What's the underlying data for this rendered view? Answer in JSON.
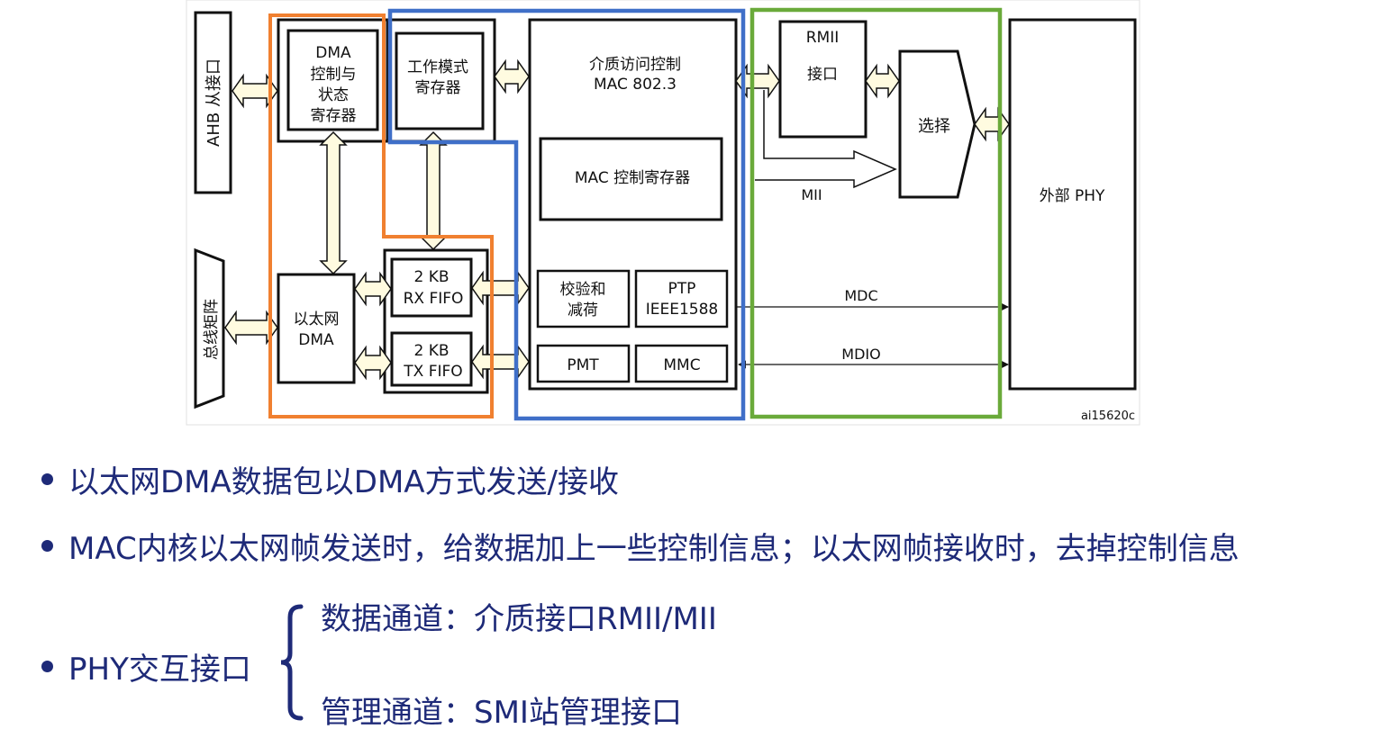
{
  "diagram": {
    "ahb_slave_interface": "AHB 从接口",
    "bus_matrix": "总线矩阵",
    "dma_ctrl_status_reg": [
      "DMA",
      "控制与",
      "状态",
      "寄存器"
    ],
    "work_mode_reg": [
      "工作模式",
      "寄存器"
    ],
    "ethernet_dma": [
      "以太网",
      "DMA"
    ],
    "rx_fifo": [
      "2 KB",
      "RX FIFO"
    ],
    "tx_fifo": [
      "2 KB",
      "TX FIFO"
    ],
    "mac_title": [
      "介质访问控制",
      "MAC 802.3"
    ],
    "mac_ctrl_reg": "MAC 控制寄存器",
    "checksum_offload": [
      "校验和",
      "减荷"
    ],
    "ptp": [
      "PTP",
      "IEEE1588"
    ],
    "pmt": "PMT",
    "mmc": "MMC",
    "rmii_interface": [
      "RMII",
      "接口"
    ],
    "select": "选择",
    "mii": "MII",
    "mdc": "MDC",
    "mdio": "MDIO",
    "external_phy": "外部 PHY",
    "figure_id": "ai15620c",
    "colors": {
      "orange": "#f08030",
      "blue": "#3f6fc8",
      "green": "#6aaa3a",
      "arrow_fill": "#fffbe0"
    }
  },
  "bullets": [
    "以太网DMA数据包以DMA方式发送/接收",
    "MAC内核以太网帧发送时，给数据加上一些控制信息；以太网帧接收时，去掉控制信息",
    "PHY交互接口"
  ],
  "phy_sub": {
    "data_channel": "数据通道：介质接口RMII/MII",
    "mgmt_channel": "管理通道：SMI站管理接口"
  }
}
